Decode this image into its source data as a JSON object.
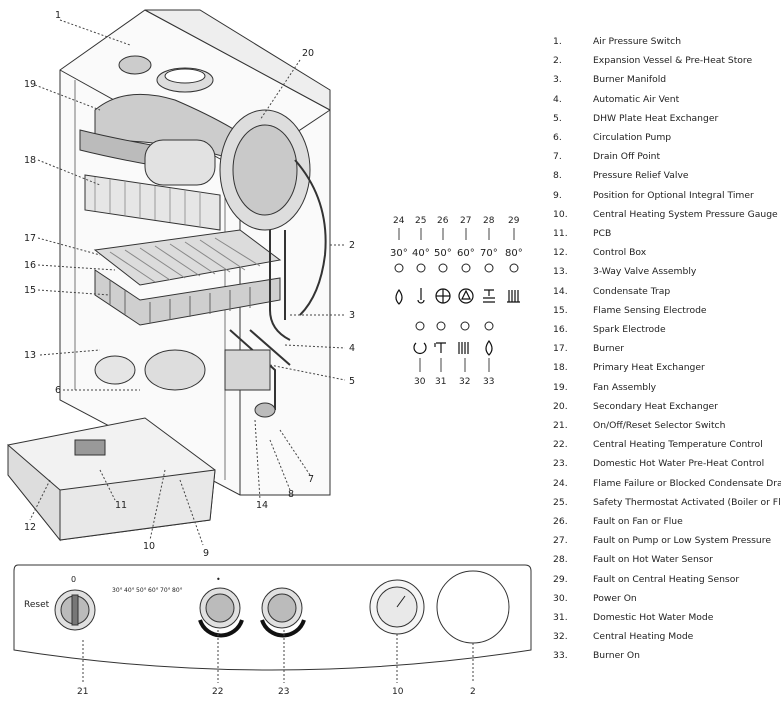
{
  "callouts": [
    "1",
    "2",
    "3",
    "4",
    "5",
    "6",
    "7",
    "8",
    "9",
    "10",
    "11",
    "12",
    "13",
    "14",
    "15",
    "16",
    "17",
    "18",
    "19",
    "20"
  ],
  "panel": {
    "reset": "Reset",
    "zero": "0",
    "dot": "•",
    "dial_labels_21": [
      "21"
    ],
    "temps": [
      "30°",
      "40°",
      "50°",
      "60°",
      "70°",
      "80°"
    ],
    "bottom_callouts": [
      "21",
      "22",
      "23",
      "10",
      "2"
    ]
  },
  "indicator": {
    "top_numbers": [
      "24",
      "25",
      "26",
      "27",
      "28",
      "29"
    ],
    "temps": [
      "30°",
      "40°",
      "50°",
      "60°",
      "70°",
      "80°"
    ],
    "bottom_numbers": [
      "30",
      "31",
      "32",
      "33"
    ],
    "top_icons": [
      "flame-failure-icon",
      "thermometer-icon",
      "fan-icon",
      "pump-icon",
      "hot-water-sensor-icon",
      "ch-sensor-icon"
    ],
    "bottom_icons": [
      "power-icon",
      "tap-icon",
      "radiator-icon",
      "flame-icon"
    ]
  },
  "legend": [
    {
      "n": "1.",
      "t": "Air Pressure Switch"
    },
    {
      "n": "2.",
      "t": "Expansion Vessel & Pre-Heat Store"
    },
    {
      "n": "3.",
      "t": "Burner Manifold"
    },
    {
      "n": "4.",
      "t": "Automatic Air Vent"
    },
    {
      "n": "5.",
      "t": "DHW Plate Heat Exchanger"
    },
    {
      "n": "6.",
      "t": "Circulation Pump"
    },
    {
      "n": "7.",
      "t": "Drain Off Point"
    },
    {
      "n": "8.",
      "t": "Pressure Relief Valve"
    },
    {
      "n": "9.",
      "t": "Position for Optional Integral Timer"
    },
    {
      "n": "10.",
      "t": "Central Heating System Pressure Gauge"
    },
    {
      "n": "11.",
      "t": "PCB"
    },
    {
      "n": "12.",
      "t": "Control Box"
    },
    {
      "n": "13.",
      "t": "3-Way Valve Assembly"
    },
    {
      "n": "14.",
      "t": "Condensate Trap"
    },
    {
      "n": "15.",
      "t": "Flame Sensing Electrode"
    },
    {
      "n": "16.",
      "t": "Spark Electrode"
    },
    {
      "n": "17.",
      "t": "Burner"
    },
    {
      "n": "18.",
      "t": "Primary Heat Exchanger"
    },
    {
      "n": "19.",
      "t": "Fan Assembly"
    },
    {
      "n": "20.",
      "t": "Secondary Heat Exchanger"
    },
    {
      "n": "21.",
      "t": "On/Off/Reset Selector Switch"
    },
    {
      "n": "22.",
      "t": "Central Heating Temperature Control"
    },
    {
      "n": "23.",
      "t": "Domestic Hot Water Pre-Heat Control"
    },
    {
      "n": "24.",
      "t": "Flame Failure or Blocked Condensate Drain"
    },
    {
      "n": "25.",
      "t": "Safety Thermostat Activated (Boiler or Flue)"
    },
    {
      "n": "26.",
      "t": "Fault on Fan or Flue"
    },
    {
      "n": "27.",
      "t": "Fault on Pump or Low System Pressure"
    },
    {
      "n": "28.",
      "t": "Fault on Hot Water Sensor"
    },
    {
      "n": "29.",
      "t": "Fault on Central Heating Sensor"
    },
    {
      "n": "30.",
      "t": "Power On"
    },
    {
      "n": "31.",
      "t": "Domestic Hot Water Mode"
    },
    {
      "n": "32.",
      "t": "Central Heating Mode"
    },
    {
      "n": "33.",
      "t": "Burner On"
    }
  ]
}
